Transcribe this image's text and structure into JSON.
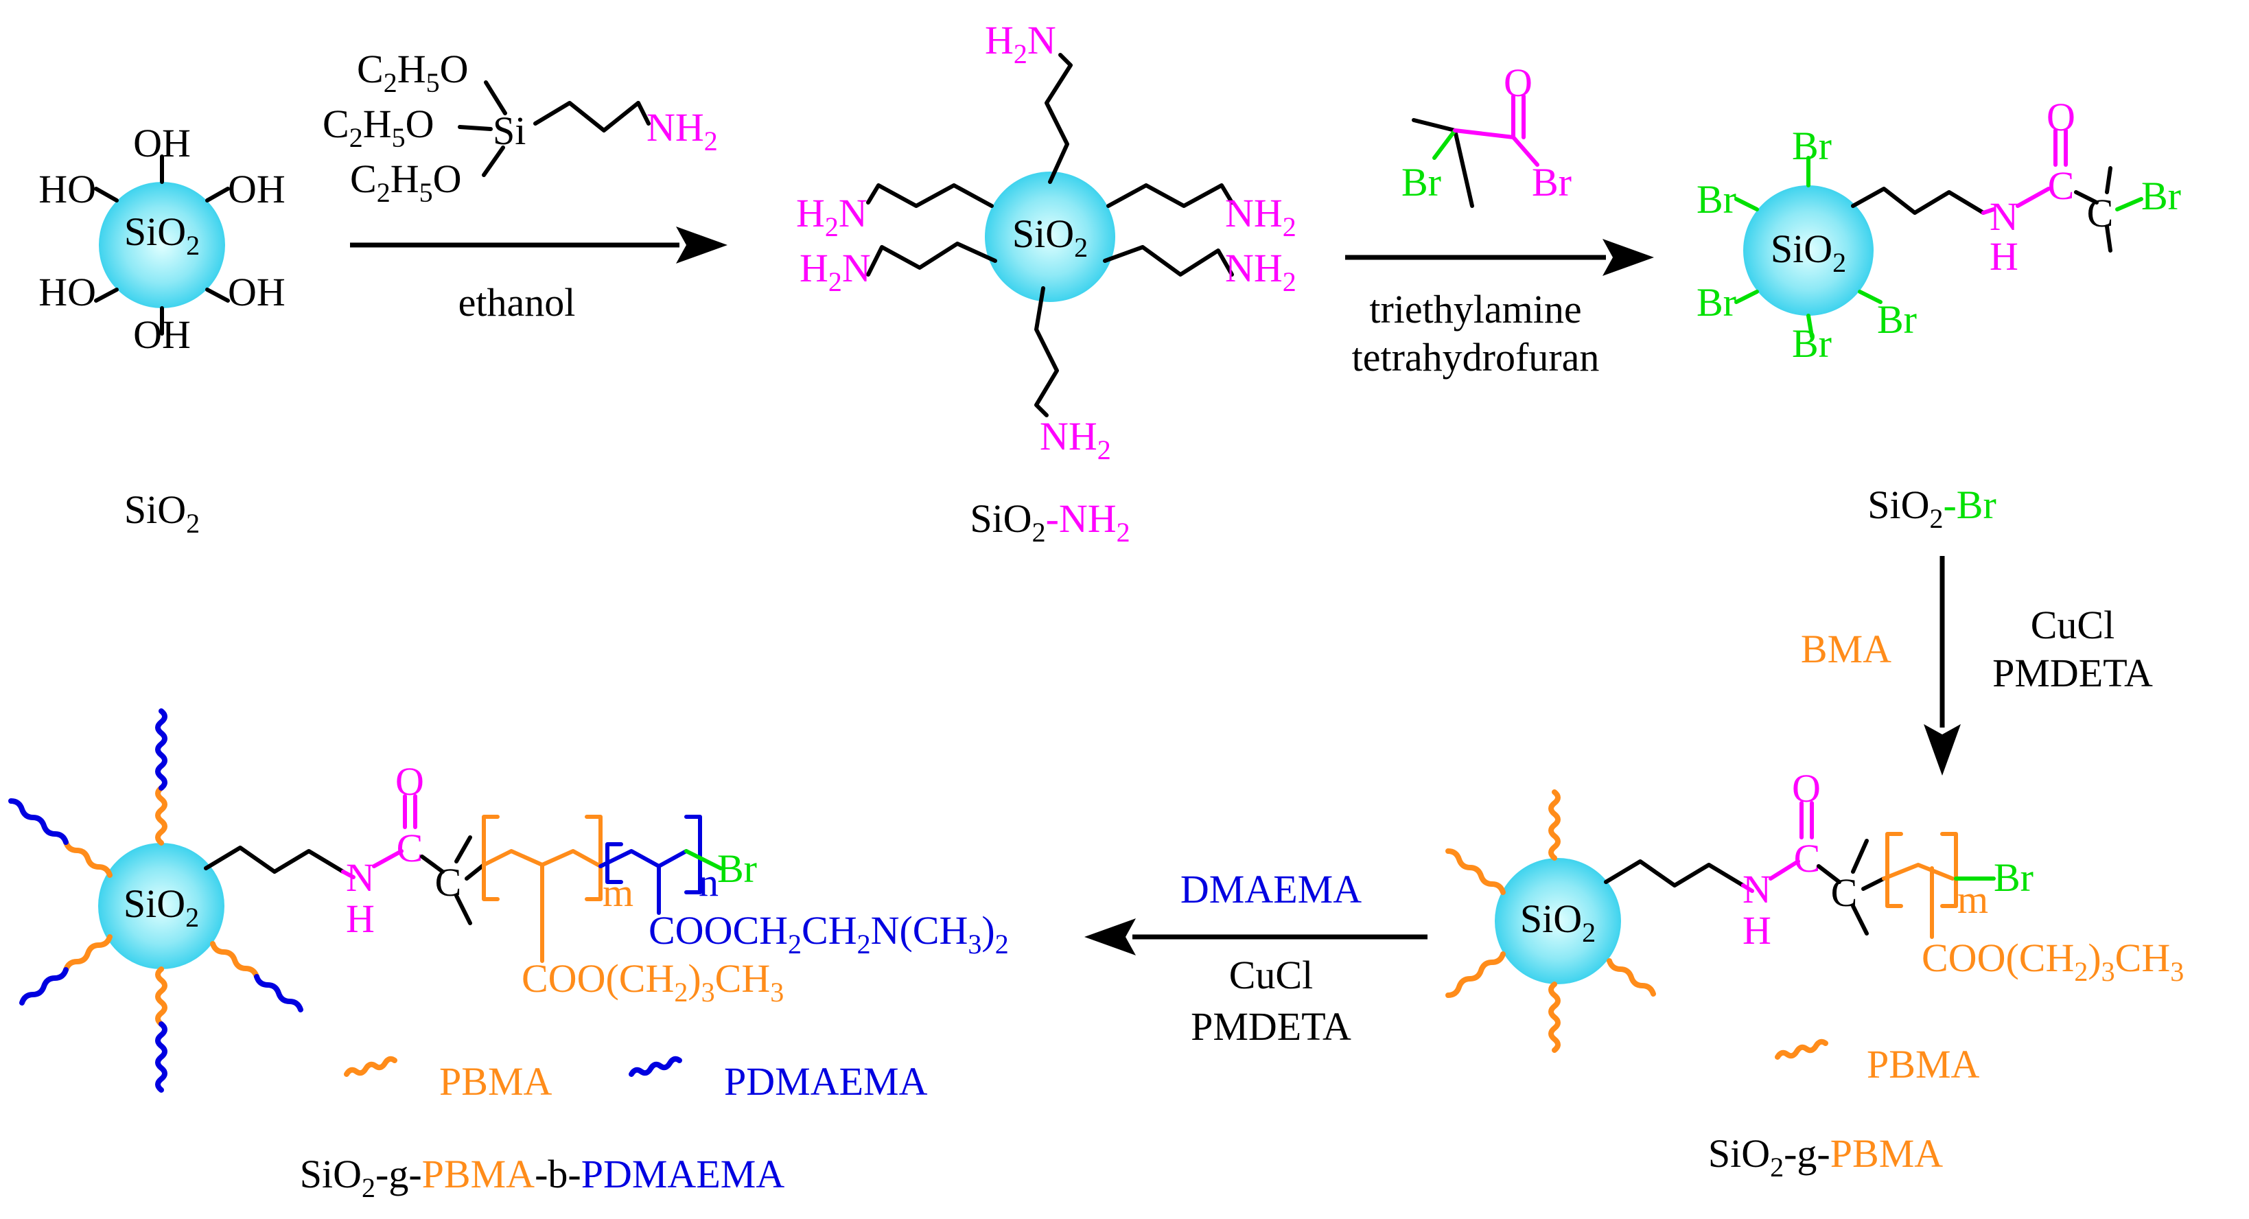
{
  "colors": {
    "amine": "#ff00ff",
    "bromine": "#00e000",
    "pbma": "#ff8c1a",
    "pdmaema": "#0000e0",
    "particle_center": "#e0ffff",
    "particle_edge": "#3fd3ee"
  },
  "compounds": {
    "sio2": {
      "name": "SiO",
      "sub": "2"
    },
    "sio2_nh2": {
      "name": "SiO",
      "sub": "2",
      "suffix": "-NH",
      "suffix_sub": "2"
    },
    "sio2_br": {
      "name": "SiO",
      "sub": "2",
      "suffix": "-Br"
    },
    "sio2_g_pbma": {
      "name": "SiO",
      "sub": "2",
      "mid": "-g-",
      "block1": "PBMA"
    },
    "sio2_g_pbma_b_pdmaema": {
      "name": "SiO",
      "sub": "2",
      "mid": "-g-",
      "block1": "PBMA",
      "mid2": "-b-",
      "block2": "PDMAEMA"
    }
  },
  "atoms": {
    "oh": "OH",
    "ho": "HO",
    "c2h5": "C",
    "c2h5_sub1": "2",
    "c2h5_h": "H",
    "c2h5_sub2": "5",
    "o": "O",
    "si": "Si",
    "nh": "NH",
    "h": "H",
    "n": "N",
    "sub2": "2",
    "br": "Br",
    "c": "C",
    "m": "m",
    "n_index": "n",
    "coo": "COO(CH",
    "sub3": "3",
    "ch": ")",
    "ch3": "CH",
    "dmaema_group": "COOCH",
    "dmaema_mid": "CH",
    "dmaema_n": "N(CH",
    "dmaema_close": ")"
  },
  "reagents": {
    "step1_solvent": "ethanol",
    "step2_base": "triethylamine",
    "step2_solvent": "tetrahydrofuran",
    "step3_monomer": "BMA",
    "step3_catalyst": "CuCl",
    "step3_ligand": "PMDETA",
    "step4_monomer": "DMAEMA",
    "step4_catalyst": "CuCl",
    "step4_ligand": "PMDETA"
  },
  "legend": {
    "pbma": "PBMA",
    "pdmaema": "PDMAEMA",
    "pbma_right": "PBMA"
  }
}
